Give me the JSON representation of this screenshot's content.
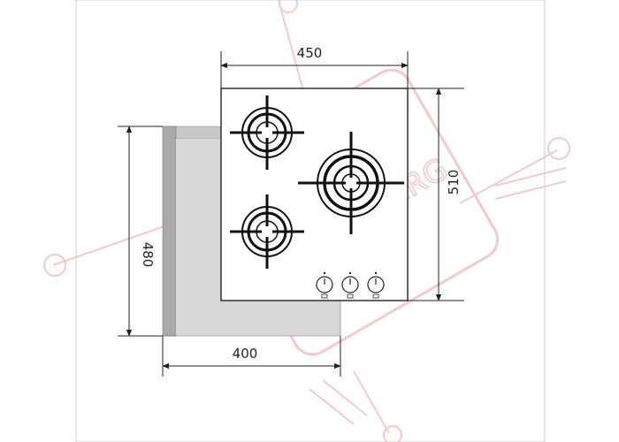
{
  "dimensions": {
    "hob_width": "450",
    "hob_depth": "510",
    "cutout_width": "400",
    "cutout_depth": "480"
  },
  "burners": [
    {
      "position": "rear-left",
      "size": "small"
    },
    {
      "position": "front-left",
      "size": "small"
    },
    {
      "position": "right",
      "size": "large"
    }
  ],
  "knobs": {
    "count": 3
  },
  "watermark": {
    "text": "KUPPERSBERG",
    "style": "faint red outline logo"
  },
  "colors": {
    "ink": "#222222",
    "cutout_fill": "#d7d7d7",
    "cutout_edge": "#a9a9a9",
    "watermark": "#f0c6c2"
  }
}
